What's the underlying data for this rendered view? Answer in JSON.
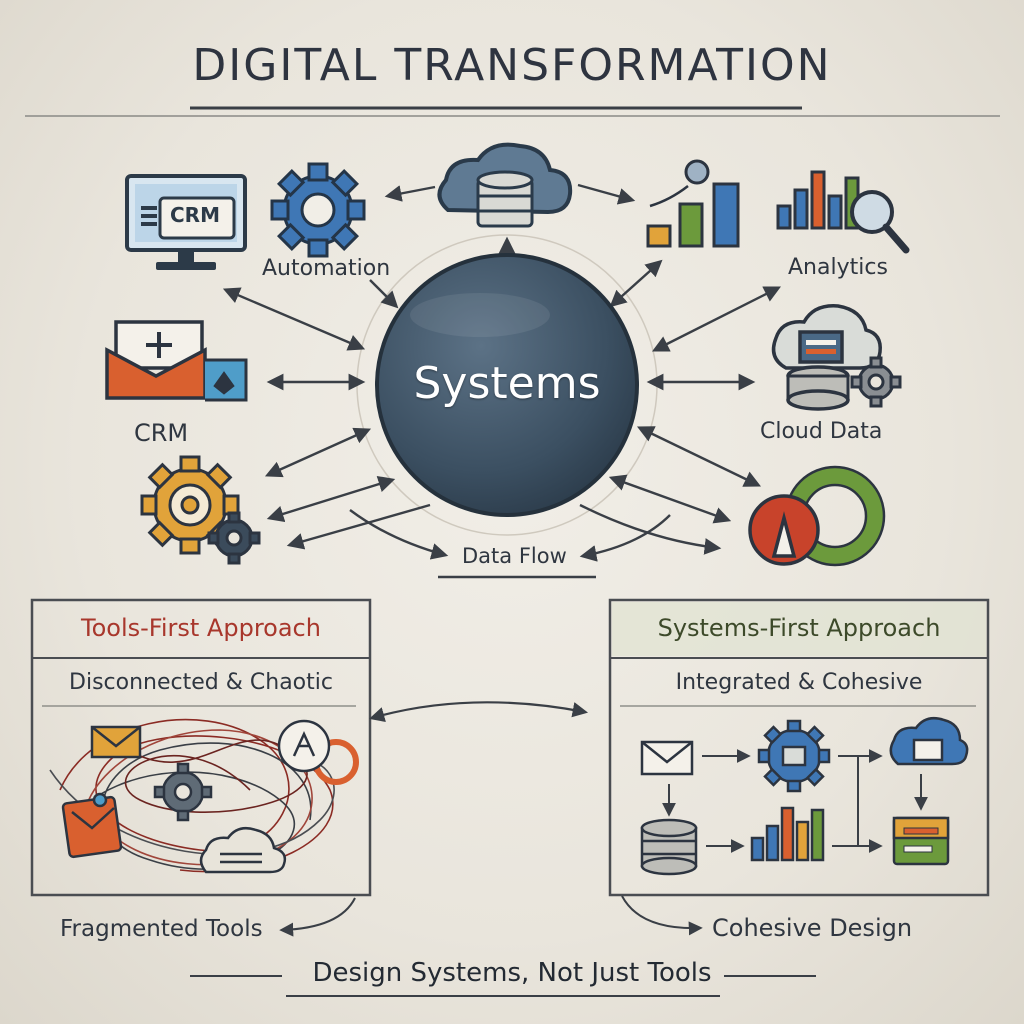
{
  "title": "DIGITAL TRANSFORMATION",
  "center": {
    "label": "Systems"
  },
  "nodes": {
    "automation": "Automation",
    "analytics": "Analytics",
    "crm_screen": "CRM",
    "crm": "CRM",
    "cloud_data": "Cloud Data",
    "data_flow": "Data Flow"
  },
  "panels": {
    "tools_first": {
      "title": "Tools-First Approach",
      "subtitle": "Disconnected & Chaotic",
      "caption": "Fragmented Tools"
    },
    "systems_first": {
      "title": "Systems-First Approach",
      "subtitle": "Integrated & Cohesive",
      "caption": "Cohesive Design"
    }
  },
  "footer": "Design Systems, Not Just Tools",
  "colors": {
    "center_fill": "#3f5466",
    "tools_title": "#a8372c",
    "systems_title": "#3d4a2a",
    "blue": "#3f77b5",
    "orange": "#d9602f",
    "green": "#6c9a3c",
    "gold": "#e1a33a",
    "ink": "#3a3f46"
  }
}
